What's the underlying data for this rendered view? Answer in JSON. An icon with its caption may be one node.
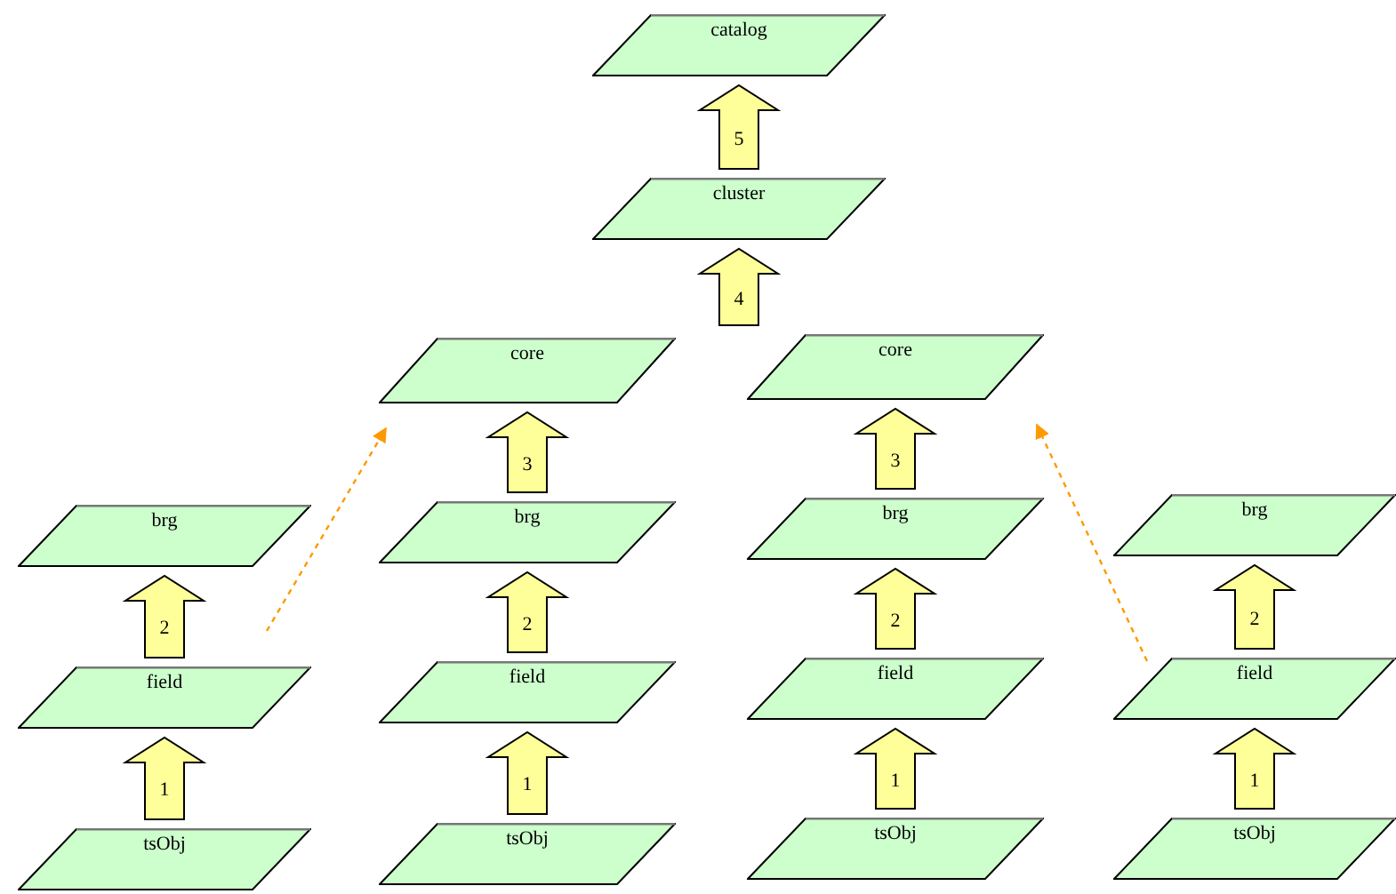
{
  "diagram": {
    "nodes": [
      {
        "text": [
          "catalog"
        ]
      },
      {
        "text": [
          "cluster"
        ]
      },
      {
        "text": [
          "core"
        ]
      },
      {
        "text": [
          "core"
        ]
      },
      {
        "text": [
          "brg"
        ]
      },
      {
        "text": [
          "brg"
        ]
      },
      {
        "text": [
          "brg"
        ]
      },
      {
        "text": [
          "brg"
        ]
      },
      {
        "text": [
          "field"
        ]
      },
      {
        "text": [
          "field"
        ]
      },
      {
        "text": [
          "field"
        ]
      },
      {
        "text": [
          "field"
        ]
      },
      {
        "text": [
          "tsObj"
        ]
      },
      {
        "text": [
          "tsObj"
        ]
      },
      {
        "text": [
          "tsObj"
        ]
      },
      {
        "text": [
          "tsObj"
        ]
      }
    ],
    "edges": [
      {
        "from": 1,
        "to": 0,
        "arrow": "to",
        "label": "5"
      },
      {
        "from": 2,
        "to": 1,
        "arrow": "to",
        "label": "4"
      },
      {
        "from": 3,
        "to": 1,
        "arrow": "to"
      },
      {
        "from": 5,
        "to": 2,
        "arrow": "to",
        "label": "3"
      },
      {
        "from": 6,
        "to": 3,
        "arrow": "to",
        "label": "3"
      },
      {
        "from": null,
        "to": 2,
        "arrow": "to",
        "style": "dashed",
        "color": "#ff9900"
      },
      {
        "from": 11,
        "to": 3,
        "arrow": "to",
        "style": "dashed",
        "color": "#ff9900"
      },
      {
        "from": 8,
        "to": 4,
        "arrow": "to",
        "label": "2"
      },
      {
        "from": 9,
        "to": 5,
        "arrow": "to",
        "label": "2"
      },
      {
        "from": 10,
        "to": 6,
        "arrow": "to",
        "label": "2"
      },
      {
        "from": 11,
        "to": 7,
        "arrow": "to",
        "label": "2"
      },
      {
        "from": 12,
        "to": 8,
        "arrow": "to",
        "label": "1"
      },
      {
        "from": 13,
        "to": 9,
        "arrow": "to",
        "label": "1"
      },
      {
        "from": 14,
        "to": 10,
        "arrow": "to",
        "label": "1"
      },
      {
        "from": 15,
        "to": 11,
        "arrow": "to",
        "label": "1"
      }
    ]
  }
}
